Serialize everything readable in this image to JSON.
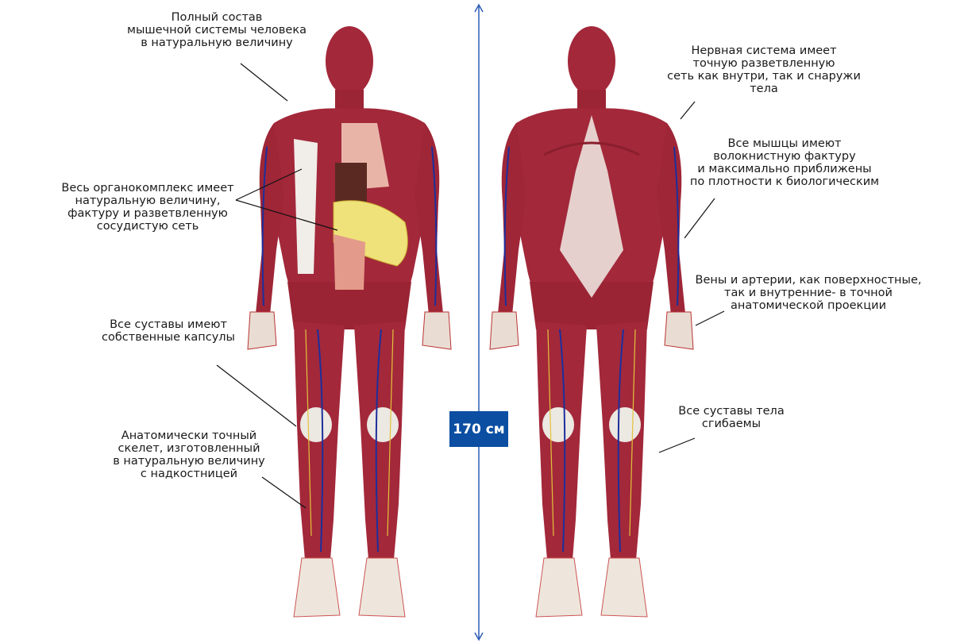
{
  "height_badge": "170 см",
  "colors": {
    "accent": "#0b4ea2",
    "muscle": "#a3283a",
    "tendon": "#ece8e2",
    "vein": "#1c2f9c",
    "nerve": "#e3c23a"
  },
  "captions": {
    "muscle_system": [
      "Полный состав",
      "мышечной системы человека",
      "в натуральную величину"
    ],
    "organ_complex": [
      "Весь органокомплекс имеет",
      "натуральную величину,",
      "фактуру и разветвленную",
      "сосудистую сеть"
    ],
    "joint_capsules": [
      "Все суставы имеют",
      "собственные капсулы"
    ],
    "skeleton": [
      "Анатомически точный",
      "скелет, изготовленный",
      "в натуральную величину",
      "с надкостницей"
    ],
    "nervous_system": [
      "Нервная система имеет",
      "точную разветвленную",
      "сеть как внутри, так и снаружи",
      "тела"
    ],
    "muscle_texture": [
      "Все мышцы имеют",
      "волокнистную фактуру",
      "и максимально приближены",
      "по плотности к биологическим"
    ],
    "vessels": [
      "Вены и артерии, как поверхностные,",
      "так и внутренние- в точной",
      "анатомической проекции"
    ],
    "flexible_joints": [
      "Все суставы тела",
      "сгибаемы"
    ]
  }
}
